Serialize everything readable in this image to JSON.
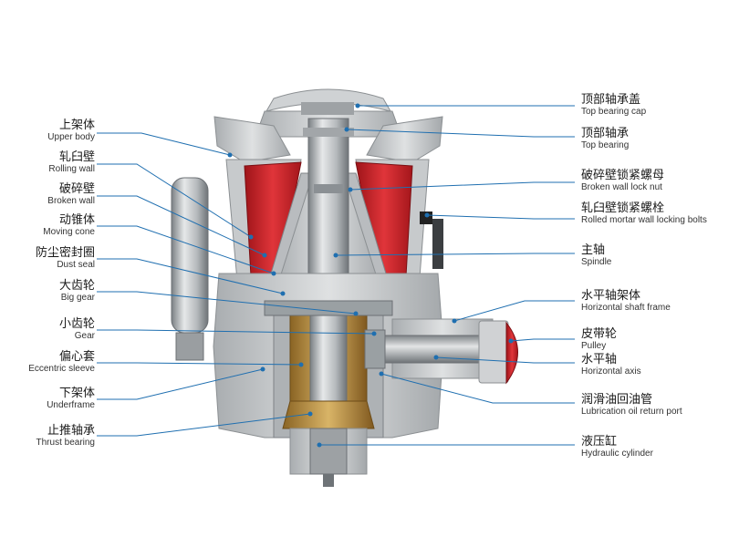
{
  "labels_left": [
    {
      "zh": "上架体",
      "en": "Upper body"
    },
    {
      "zh": "轧臼壁",
      "en": "Rolling wall"
    },
    {
      "zh": "破碎壁",
      "en": "Broken wall"
    },
    {
      "zh": "动锥体",
      "en": "Moving cone"
    },
    {
      "zh": "防尘密封圈",
      "en": "Dust seal"
    },
    {
      "zh": "大齿轮",
      "en": "Big gear"
    },
    {
      "zh": "小齿轮",
      "en": "Gear"
    },
    {
      "zh": "偏心套",
      "en": "Eccentric sleeve"
    },
    {
      "zh": "下架体",
      "en": "Underframe"
    },
    {
      "zh": "止推轴承",
      "en": "Thrust bearing"
    }
  ],
  "labels_right": [
    {
      "zh": "顶部轴承盖",
      "en": "Top bearing cap"
    },
    {
      "zh": "顶部轴承",
      "en": "Top bearing"
    },
    {
      "zh": "破碎壁锁紧螺母",
      "en": "Broken wall lock nut"
    },
    {
      "zh": "轧臼壁锁紧螺栓",
      "en": "Rolled mortar wall locking bolts"
    },
    {
      "zh": "主轴",
      "en": "Spindle"
    },
    {
      "zh": "水平轴架体",
      "en": "Horizontal shaft frame"
    },
    {
      "zh": "皮带轮",
      "en": "Pulley"
    },
    {
      "zh": "水平轴",
      "en": "Horizontal axis"
    },
    {
      "zh": "润滑油回油管",
      "en": "Lubrication oil return port"
    },
    {
      "zh": "液压缸",
      "en": "Hydraulic cylinder"
    }
  ],
  "colors": {
    "leader": "#1f6fb0",
    "wall_red": "#d7262c",
    "body_gray": "#c9cbcd",
    "dark_gray": "#8d9194",
    "brass": "#b58a3e"
  }
}
